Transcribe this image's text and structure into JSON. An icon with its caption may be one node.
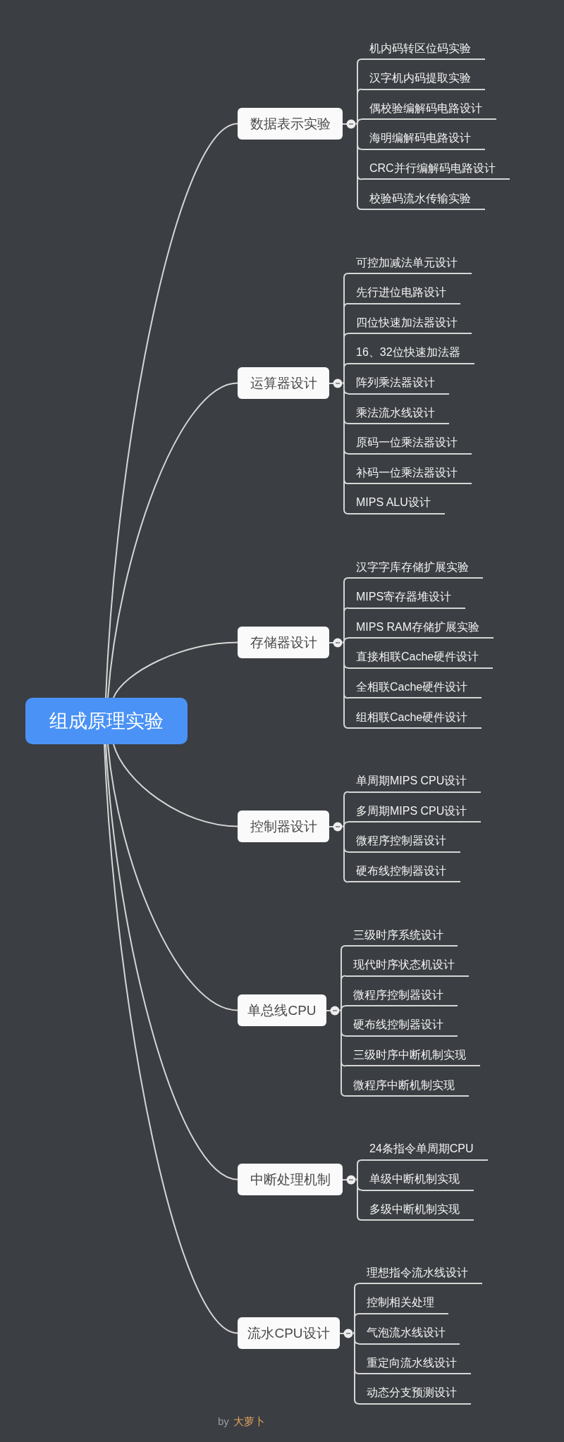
{
  "diagram": {
    "nodes": [
      {
        "text": [
          "组成原理实验"
        ]
      },
      {
        "text": [
          "数据表示实验"
        ]
      },
      {
        "text": [
          "机内码转区位码实验"
        ]
      },
      {
        "text": [
          "汉字机内码提取实验"
        ]
      },
      {
        "text": [
          "偶校验编解码电路设计"
        ]
      },
      {
        "text": [
          "海明编解码电路设计"
        ]
      },
      {
        "text": [
          "CRC并行编解码电路设计"
        ]
      },
      {
        "text": [
          "校验码流水传输实验"
        ]
      },
      {
        "text": [
          "运算器设计"
        ]
      },
      {
        "text": [
          "可控加减法单元设计"
        ]
      },
      {
        "text": [
          "先行进位电路设计"
        ]
      },
      {
        "text": [
          "四位快速加法器设计"
        ]
      },
      {
        "text": [
          "16、32位快速加法器"
        ]
      },
      {
        "text": [
          "阵列乘法器设计"
        ]
      },
      {
        "text": [
          "乘法流水线设计"
        ]
      },
      {
        "text": [
          "原码一位乘法器设计"
        ]
      },
      {
        "text": [
          "补码一位乘法器设计"
        ]
      },
      {
        "text": [
          "MIPS ALU设计"
        ]
      },
      {
        "text": [
          "存储器设计"
        ]
      },
      {
        "text": [
          "汉字字库存储扩展实验"
        ]
      },
      {
        "text": [
          "MIPS寄存器堆设计"
        ]
      },
      {
        "text": [
          "MIPS RAM存储扩展实验"
        ]
      },
      {
        "text": [
          "直接相联Cache硬件设计"
        ]
      },
      {
        "text": [
          "全相联Cache硬件设计"
        ]
      },
      {
        "text": [
          "组相联Cache硬件设计"
        ]
      },
      {
        "text": [
          "控制器设计"
        ]
      },
      {
        "text": [
          "单周期MIPS CPU设计"
        ]
      },
      {
        "text": [
          "多周期MIPS CPU设计"
        ]
      },
      {
        "text": [
          "微程序控制器设计"
        ]
      },
      {
        "text": [
          "硬布线控制器设计"
        ]
      },
      {
        "text": [
          "单总线CPU"
        ]
      },
      {
        "text": [
          "三级时序系统设计"
        ]
      },
      {
        "text": [
          "现代时序状态机设计"
        ]
      },
      {
        "text": [
          "微程序控制器设计"
        ]
      },
      {
        "text": [
          "硬布线控制器设计"
        ]
      },
      {
        "text": [
          "三级时序中断机制实现"
        ]
      },
      {
        "text": [
          "微程序中断机制实现"
        ]
      },
      {
        "text": [
          "中断处理机制"
        ]
      },
      {
        "text": [
          "24条指令单周期CPU"
        ]
      },
      {
        "text": [
          "单级中断机制实现"
        ]
      },
      {
        "text": [
          "多级中断机制实现"
        ]
      },
      {
        "text": [
          "流水CPU设计"
        ]
      },
      {
        "text": [
          "理想指令流水线设计"
        ]
      },
      {
        "text": [
          "控制相关处理"
        ]
      },
      {
        "text": [
          "气泡流水线设计"
        ]
      },
      {
        "text": [
          "重定向流水线设计"
        ]
      },
      {
        "text": [
          "动态分支预测设计"
        ]
      }
    ],
    "edges": [
      {
        "from": 0,
        "to": 1,
        "arrow": "none"
      },
      {
        "from": 0,
        "to": 8,
        "arrow": "none"
      },
      {
        "from": 0,
        "to": 18,
        "arrow": "none"
      },
      {
        "from": 0,
        "to": 25,
        "arrow": "none"
      },
      {
        "from": 0,
        "to": 30,
        "arrow": "none"
      },
      {
        "from": 0,
        "to": 37,
        "arrow": "none"
      },
      {
        "from": 0,
        "to": 41,
        "arrow": "none"
      },
      {
        "from": 1,
        "to": 2,
        "arrow": "none"
      },
      {
        "from": 1,
        "to": 3,
        "arrow": "none"
      },
      {
        "from": 1,
        "to": 4,
        "arrow": "none"
      },
      {
        "from": 1,
        "to": 5,
        "arrow": "none"
      },
      {
        "from": 1,
        "to": 6,
        "arrow": "none"
      },
      {
        "from": 1,
        "to": 7,
        "arrow": "none"
      },
      {
        "from": 8,
        "to": 9,
        "arrow": "none"
      },
      {
        "from": 8,
        "to": 10,
        "arrow": "none"
      },
      {
        "from": 8,
        "to": 11,
        "arrow": "none"
      },
      {
        "from": 8,
        "to": 12,
        "arrow": "none"
      },
      {
        "from": 8,
        "to": 13,
        "arrow": "none"
      },
      {
        "from": 8,
        "to": 14,
        "arrow": "none"
      },
      {
        "from": 8,
        "to": 15,
        "arrow": "none"
      },
      {
        "from": 8,
        "to": 16,
        "arrow": "none"
      },
      {
        "from": 8,
        "to": 17,
        "arrow": "none"
      },
      {
        "from": 18,
        "to": 19,
        "arrow": "none"
      },
      {
        "from": 18,
        "to": 20,
        "arrow": "none"
      },
      {
        "from": 18,
        "to": 21,
        "arrow": "none"
      },
      {
        "from": 18,
        "to": 22,
        "arrow": "none"
      },
      {
        "from": 18,
        "to": 23,
        "arrow": "none"
      },
      {
        "from": 18,
        "to": 24,
        "arrow": "none"
      },
      {
        "from": 25,
        "to": 26,
        "arrow": "none"
      },
      {
        "from": 25,
        "to": 27,
        "arrow": "none"
      },
      {
        "from": 25,
        "to": 28,
        "arrow": "none"
      },
      {
        "from": 25,
        "to": 29,
        "arrow": "none"
      },
      {
        "from": 30,
        "to": 31,
        "arrow": "none"
      },
      {
        "from": 30,
        "to": 32,
        "arrow": "none"
      },
      {
        "from": 30,
        "to": 33,
        "arrow": "none"
      },
      {
        "from": 30,
        "to": 34,
        "arrow": "none"
      },
      {
        "from": 30,
        "to": 35,
        "arrow": "none"
      },
      {
        "from": 30,
        "to": 36,
        "arrow": "none"
      },
      {
        "from": 37,
        "to": 38,
        "arrow": "none"
      },
      {
        "from": 37,
        "to": 39,
        "arrow": "none"
      },
      {
        "from": 37,
        "to": 40,
        "arrow": "none"
      },
      {
        "from": 41,
        "to": 42,
        "arrow": "none"
      },
      {
        "from": 41,
        "to": 43,
        "arrow": "none"
      },
      {
        "from": 41,
        "to": 44,
        "arrow": "none"
      },
      {
        "from": 41,
        "to": 45,
        "arrow": "none"
      },
      {
        "from": 41,
        "to": 46,
        "arrow": "none"
      }
    ],
    "labels": [
      "by",
      "大萝卜"
    ]
  }
}
